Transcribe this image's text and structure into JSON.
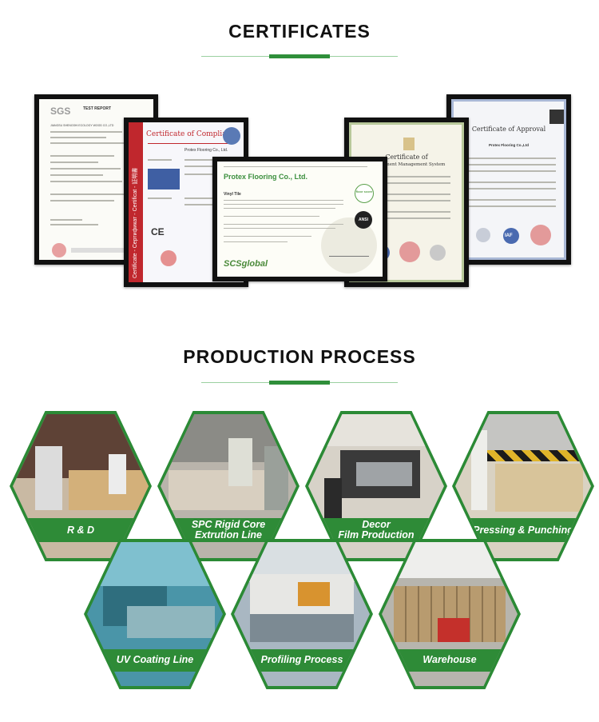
{
  "certificates": {
    "title": "CERTIFICATES",
    "sgs": {
      "logo": "SGS",
      "heading": "TEST REPORT",
      "company": "JIANGSU SHENGSHI ECOLOGY WOOD CO.,LTD"
    },
    "compliance": {
      "title": "Certificate of Compliance",
      "company": "Protex Flooring Co., Ltd.",
      "vertical": "Certificate - Сертификат - Certificat - 証明書"
    },
    "scs": {
      "company": "Protex Flooring Co., Ltd.",
      "product": "Vinyl Tile",
      "brand": "SCSglobal",
      "floorscore": "floor score",
      "ansi": "ANSI"
    },
    "ems": {
      "title": "Certificate of",
      "subtitle": "Environment Management System"
    },
    "approval": {
      "title": "Certificate of Approval",
      "company": "Protex Flooring Co.,Ltd",
      "iaf": "IAF"
    }
  },
  "production": {
    "title": "PRODUCTION PROCESS",
    "steps": [
      {
        "line1": "R & D",
        "line2": ""
      },
      {
        "line1": "SPC Rigid Core",
        "line2": "Extrution Line"
      },
      {
        "line1": "Decor",
        "line2": "Film Production"
      },
      {
        "line1": "Pressing & Punching",
        "line2": ""
      },
      {
        "line1": "UV Coating Line",
        "line2": ""
      },
      {
        "line1": "Profiling Process",
        "line2": ""
      },
      {
        "line1": "Warehouse",
        "line2": ""
      }
    ]
  },
  "colors": {
    "accent": "#2f8f3a",
    "divider": "#9bd0a0"
  }
}
